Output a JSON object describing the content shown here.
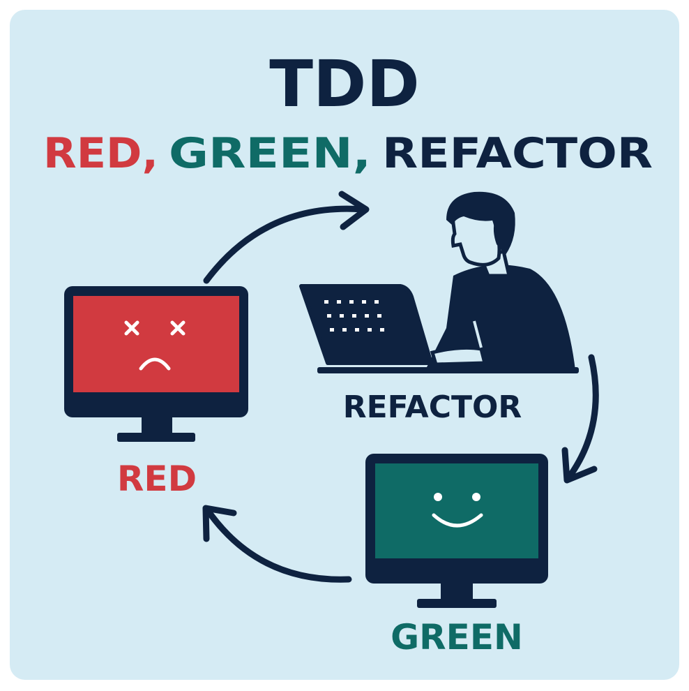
{
  "title": "TDD",
  "subtitle": {
    "red": "RED,",
    "green": "GREEN,",
    "refactor": "REFACTOR"
  },
  "stages": {
    "red": "RED",
    "green": "GREEN",
    "refactor": "REFACTOR"
  },
  "colors": {
    "background": "#d5ebf4",
    "navy": "#0e2240",
    "red": "#d13a40",
    "teal": "#0f6b66"
  },
  "icons": [
    "sad-monitor-icon",
    "happy-monitor-icon",
    "developer-laptop-icon",
    "cycle-arrow-icon"
  ]
}
